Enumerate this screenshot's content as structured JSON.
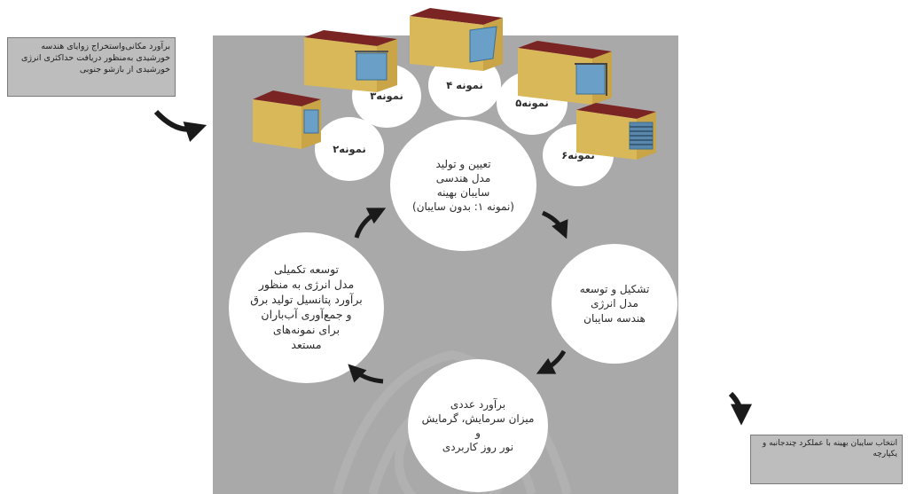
{
  "notes": {
    "left": "برآورد مکانی‌واستخراج زوایای هندسه خورشیدی به‌منظور دریافت حداکثری انرژی خورشیدی از بازشو جنوبی",
    "right": "انتخاب سایبان بهینه با عملکرد چندجانبه و یکپارچه"
  },
  "cycle": {
    "main": "تعیین و تولید\nمدل هندسی\nسایبان بهینه\n(نمونه ۱: بدون سایبان)",
    "right": "تشکیل و توسعه\nمدل انرژی\nهندسه سایبان",
    "bottom": "برآورد عددی\nمیزان سرمایش، گرمایش\nو\nنور روز کاربردی",
    "left": "توسعه تکمیلی\nمدل انرژی به منظور\nبرآورد پتانسیل تولید برق\nو جمع‌آوری آب‌باران\nبرای نمونه‌های\nمستعد"
  },
  "samples": [
    "نمونه۲",
    "نمونه۳",
    "نمونه ۴",
    "نمونه۵",
    "نمونه۶"
  ],
  "colors": {
    "panel": "#a9a9a9",
    "box_front": "#d9b85a",
    "box_roof": "#8b2a2a",
    "window": "#6aa0c8",
    "arrow": "#1a1a1a"
  }
}
